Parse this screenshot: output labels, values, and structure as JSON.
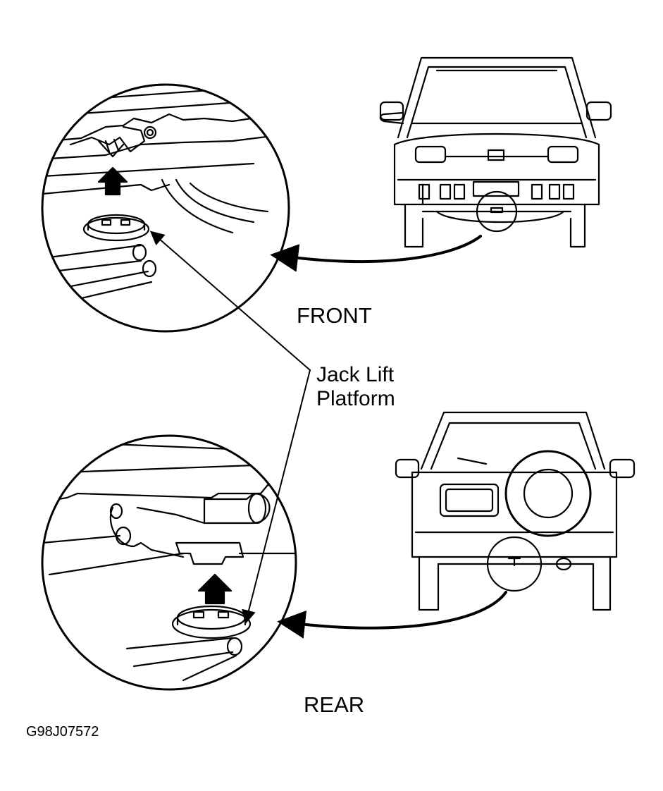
{
  "labels": {
    "front": "FRONT",
    "rear": "REAR",
    "callout_line1": "Jack Lift",
    "callout_line2": "Platform",
    "figure_code": "G98J07572"
  },
  "colors": {
    "ink": "#000000",
    "paper": "#ffffff"
  }
}
